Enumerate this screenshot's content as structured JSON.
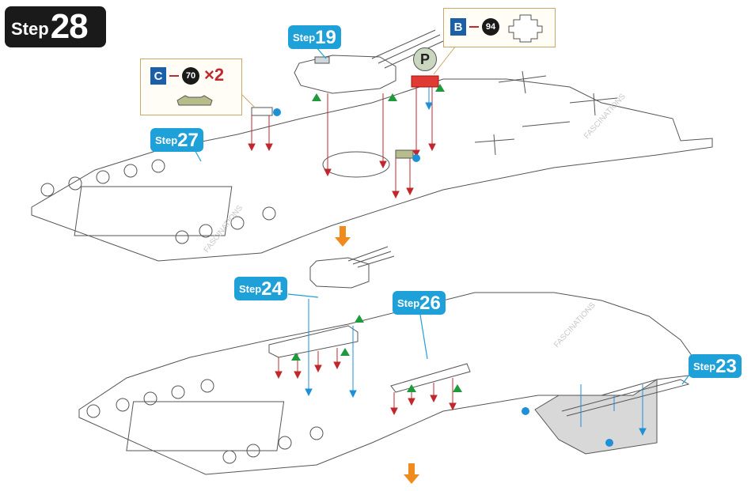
{
  "header": {
    "step_word": "Step",
    "step_number": "28"
  },
  "step_tags": {
    "s19": {
      "word": "Step",
      "number": "19"
    },
    "s27": {
      "word": "Step",
      "number": "27"
    },
    "s24": {
      "word": "Step",
      "number": "24"
    },
    "s26": {
      "word": "Step",
      "number": "26"
    },
    "s23": {
      "word": "Step",
      "number": "23"
    }
  },
  "parts": {
    "c": {
      "letter": "C",
      "number": "70",
      "quantity": "×2"
    },
    "b": {
      "letter": "B",
      "number": "94"
    }
  },
  "marker_p": "P",
  "watermark": "FASCINATIONS",
  "colors": {
    "step_blue": "#1ea0d8",
    "part_letter_blue": "#1a5fa8",
    "guide_red": "#c0282d",
    "guide_blue": "#1e90d8",
    "arrow_orange": "#f08a1c",
    "triangle_green": "#1e9a3c",
    "part_box_border": "#c8a86a"
  }
}
